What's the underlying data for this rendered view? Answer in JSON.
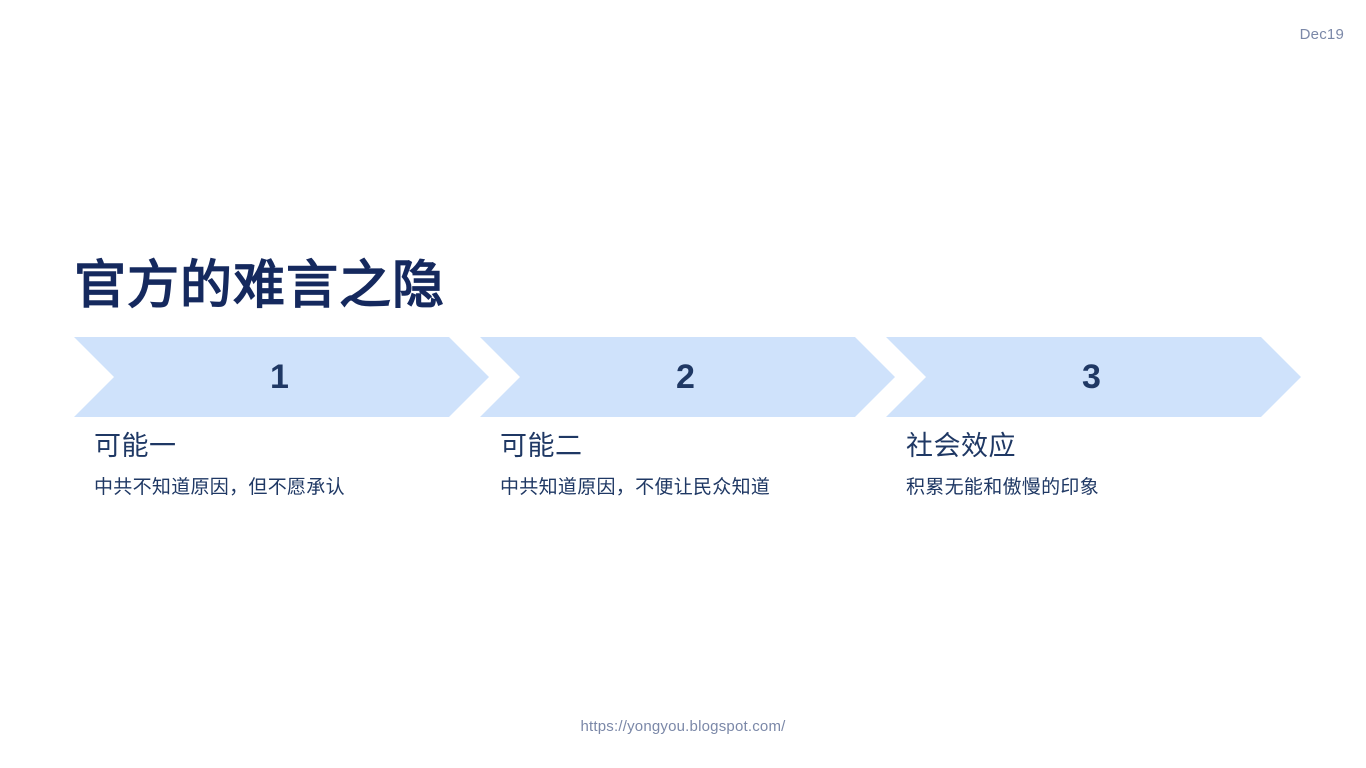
{
  "slide": {
    "date_label": "Dec19",
    "title": "官方的难言之隐",
    "footer_url": "https://yongyou.blogspot.com/",
    "colors": {
      "background": "#ffffff",
      "chevron_fill": "#cfe2fb",
      "title_navy": "#15295e",
      "text_navy": "#1f3864",
      "muted_gray": "#7b88a8"
    },
    "steps": [
      {
        "number": "1",
        "heading": "可能一",
        "description": "中共不知道原因，但不愿承认"
      },
      {
        "number": "2",
        "heading": "可能二",
        "description": "中共知道原因，不便让民众知道"
      },
      {
        "number": "3",
        "heading": "社会效应",
        "description": "积累无能和傲慢的印象"
      }
    ]
  }
}
